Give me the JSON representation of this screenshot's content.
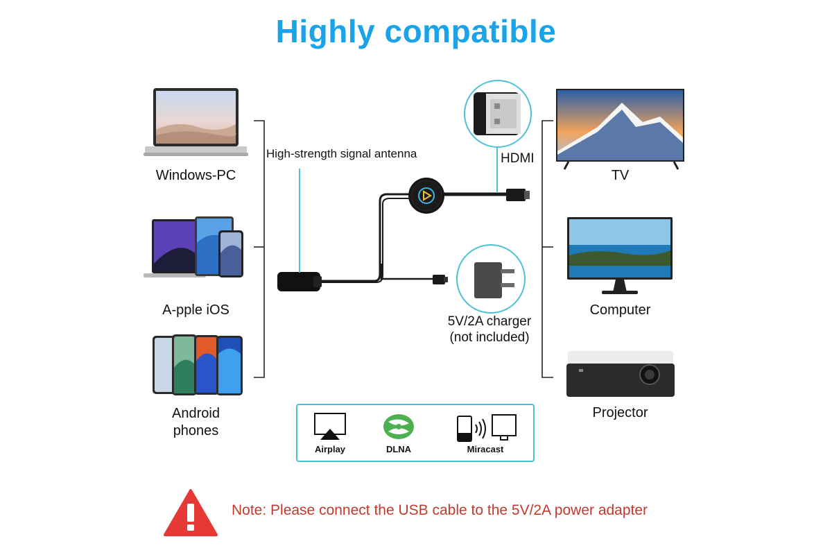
{
  "title": "Highly compatible",
  "left_devices": [
    {
      "label": "Windows-PC",
      "icon": "laptop-icon"
    },
    {
      "label": "A-pple iOS",
      "icon": "apple-devices-icon"
    },
    {
      "label": "Android\nphones",
      "icon": "android-phones-icon"
    }
  ],
  "right_devices": [
    {
      "label": "TV",
      "icon": "tv-icon"
    },
    {
      "label": "Computer",
      "icon": "monitor-icon"
    },
    {
      "label": "Projector",
      "icon": "projector-icon"
    }
  ],
  "callouts": {
    "antenna": "High-strength signal antenna",
    "hdmi": "HDMI",
    "charger": "5V/2A charger\n(not included)"
  },
  "protocols": [
    {
      "label": "Airplay",
      "icon": "airplay-icon"
    },
    {
      "label": "DLNA",
      "icon": "dlna-icon"
    },
    {
      "label": "Miracast",
      "icon": "miracast-icon"
    }
  ],
  "note": "Note: Please connect the USB cable to the 5V/2A power adapter",
  "colors": {
    "title": "#1aa3e8",
    "note": "#c0392b",
    "warning": "#e53935",
    "accent_line": "#4cc1d6"
  }
}
